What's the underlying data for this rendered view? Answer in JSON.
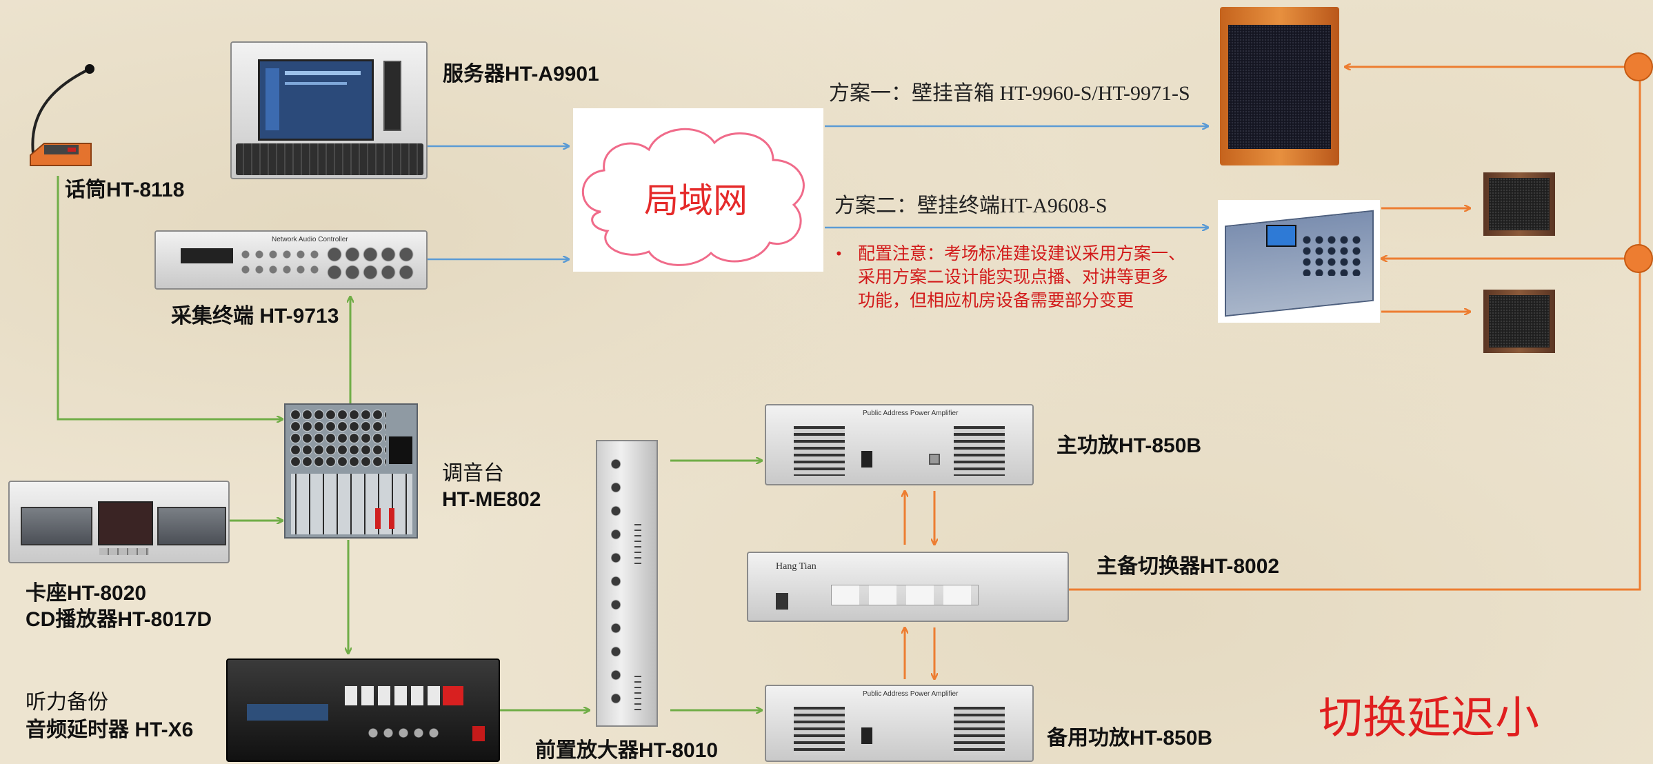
{
  "devices": {
    "microphone": "话筒HT-8118",
    "server": "服务器HT-A9901",
    "collector": "采集终端 HT-9713",
    "mixer_line1": "调音台",
    "mixer_line2": "HT-ME802",
    "cassette_line1": "卡座HT-8020",
    "cassette_line2": "CD播放器HT-8017D",
    "backup_line1": "听力备份",
    "backup_line2": "音频延时器 HT-X6",
    "preamp": "前置放大器HT-8010",
    "main_amp": "主功放HT-850B",
    "switcher": "主备切换器HT-8002",
    "backup_amp": "备用功放HT-850B"
  },
  "network": {
    "cloud_label": "局域网",
    "plan1": "方案一：壁挂音箱 HT-9960-S/HT-9971-S",
    "plan2": "方案二：壁挂终端HT-A9608-S"
  },
  "note": {
    "bullet": "•",
    "line1": "配置注意：考场标准建设建议采用方案一、",
    "line2": "采用方案二设计能实现点播、对讲等更多",
    "line3": "功能，但相应机房设备需要部分变更"
  },
  "slogan": "切换延迟小",
  "panel_texts": {
    "amp_panel": "Public Address Power Amplifier",
    "collector_panel": "Network Audio Controller",
    "switcher_brand": "Hang Tian"
  },
  "colors": {
    "blue_link": "#5b9bd5",
    "green_link": "#70ad47",
    "orange_link": "#ed7d31",
    "red_text": "#e01e1e"
  }
}
